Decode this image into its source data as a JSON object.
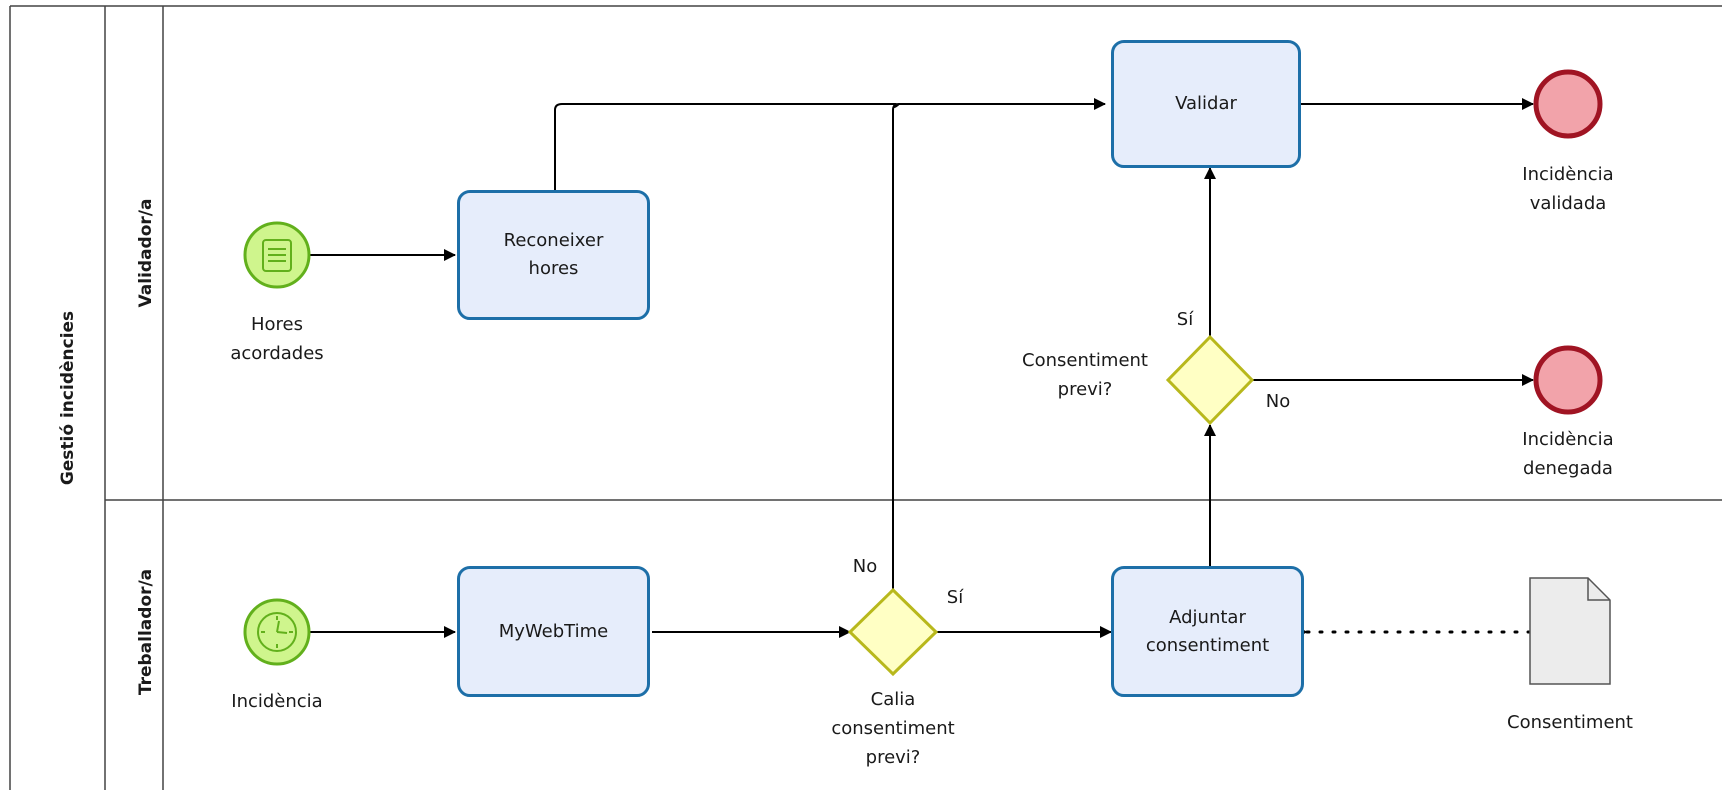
{
  "pool": {
    "title": "Gestió incidències"
  },
  "lanes": [
    {
      "name": "Validador/a"
    },
    {
      "name": "Treballador/a"
    }
  ],
  "tasks": {
    "validar": "Validar",
    "reconeixer": "Reconeixer\nhores",
    "mywebtime": "MyWebTime",
    "adjuntar": "Adjuntar\nconsentiment"
  },
  "events": {
    "hores_acordades": "Hores\nacordades",
    "incidencia": "Incidència",
    "validada": "Incidència\nvalidada",
    "denegada": "Incidència\ndenegada"
  },
  "gateways": {
    "consentiment_previ": "Consentiment\nprevi?",
    "calia_consentiment": "Calia\nconsentiment\nprevi?"
  },
  "flow_labels": {
    "si_top": "Sí",
    "no_top": "No",
    "no_bottom": "No",
    "si_bottom": "Sí"
  },
  "data_objects": {
    "consentiment": "Consentiment"
  },
  "colors": {
    "task_border": "#1d6fa8",
    "task_fill": "#e6edfb",
    "start_border": "#62b01c",
    "start_fill": "#cff58d",
    "end_border": "#a01423",
    "end_fill": "#f2a3aa",
    "gateway_border": "#b8b81c",
    "gateway_fill": "#ffffc4"
  }
}
